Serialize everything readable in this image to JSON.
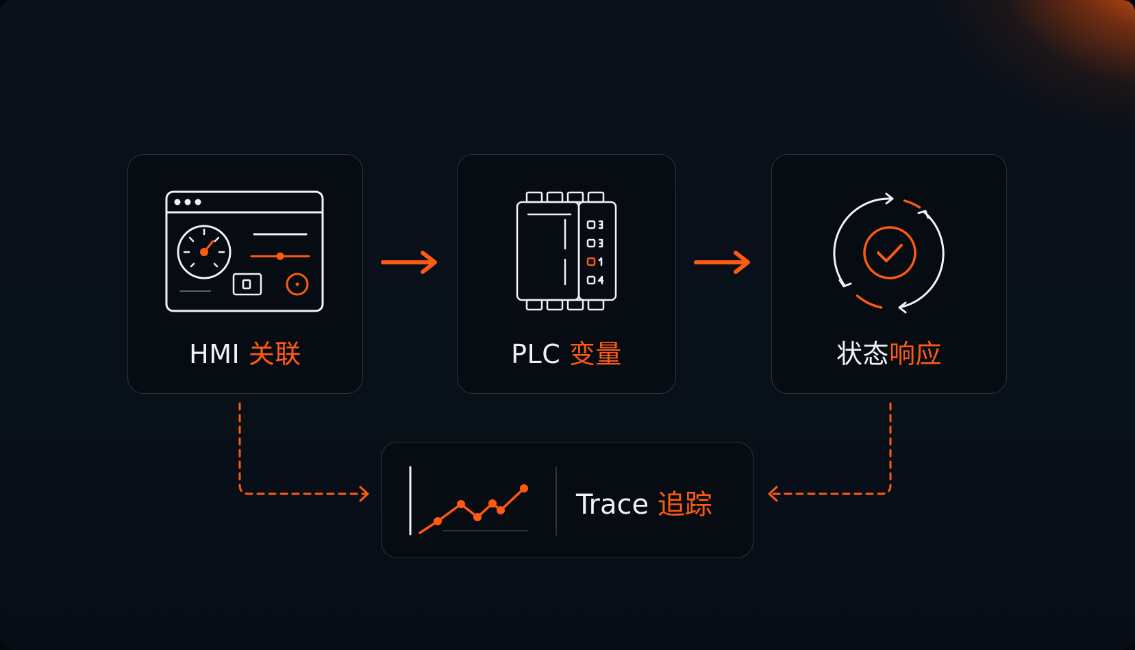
{
  "colors": {
    "accent": "#ff5a12",
    "line": "#f2f3f5",
    "card_border": "#2e343d",
    "background": "#08101a"
  },
  "steps": [
    {
      "icon": "hmi-window-icon",
      "label_white": "HMI ",
      "label_accent": "关联"
    },
    {
      "icon": "plc-module-icon",
      "label_white": "PLC ",
      "label_accent": "变量"
    },
    {
      "icon": "cycle-check-icon",
      "label_white": "状态",
      "label_accent": "响应"
    }
  ],
  "trace": {
    "icon": "trend-line-icon",
    "label_white": "Trace ",
    "label_accent": "追踪"
  }
}
